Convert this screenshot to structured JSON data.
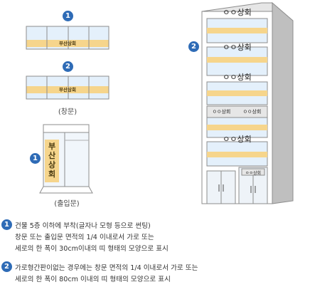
{
  "colors": {
    "badge": "#2e6bb6",
    "sign_band": "#f6d58c",
    "glass": "#e4f0fb",
    "frame": "#8c8c8c",
    "building_side": "#bfbfbf"
  },
  "badges": {
    "one": "1",
    "two": "2"
  },
  "window_diagram": {
    "window1_sign": "부산상회",
    "window2_sign": "부산상회",
    "caption": "(창문)"
  },
  "door_diagram": {
    "sign_chars": [
      "부",
      "산",
      "상",
      "회"
    ],
    "caption": "(출입문)"
  },
  "building": {
    "floor_signs": [
      "ㅇㅇ상회",
      "ㅇㅇ상회",
      "ㅇㅇ상회",
      "ㅇㅇ상회"
    ],
    "small_signs": [
      "ㅇㅇ상회",
      "ㅇㅇ상회"
    ],
    "door_sign": "ㅇㅇ상회"
  },
  "notes": {
    "note1_lines": [
      "건물 5층 이하에 부착(글자나 모형 등으로 썬팅)",
      "창문 또는 출입문 면적의 1/4 이내로서 가로 또는",
      "세로의 한 폭이 30cm이내의 띠 형태의 모양으로 표시"
    ],
    "note2_lines": [
      "가로형간판이없는 경우에는 창문 면적의 1/4 이내로서 가로 또는",
      "세로의 한 폭이 80cm 이내의 띠 형태의 모양으로 표시"
    ]
  }
}
